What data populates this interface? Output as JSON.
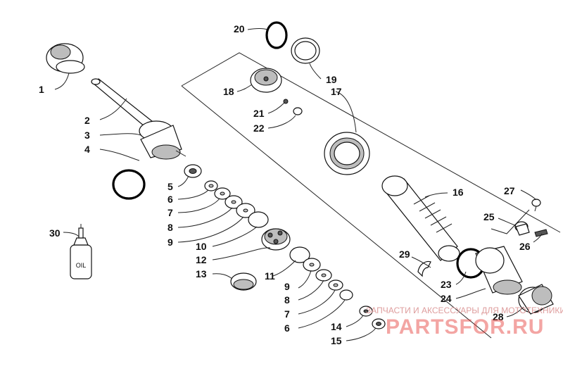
{
  "diagram": {
    "callouts": [
      "1",
      "2",
      "3",
      "4",
      "5",
      "6",
      "7",
      "8",
      "9",
      "10",
      "11",
      "12",
      "13",
      "14",
      "15",
      "16",
      "17",
      "18",
      "19",
      "20",
      "21",
      "22",
      "23",
      "24",
      "25",
      "26",
      "27",
      "28",
      "29",
      "30",
      "9",
      "8",
      "7",
      "6"
    ],
    "oil_bottle_label": "OIL"
  },
  "watermark": {
    "tagline": "ЗАПЧАСТИ И АКСЕССУАРЫ ДЛЯ МОТОТЕХНИКИ",
    "logo": "PARTSFOR.RU"
  }
}
